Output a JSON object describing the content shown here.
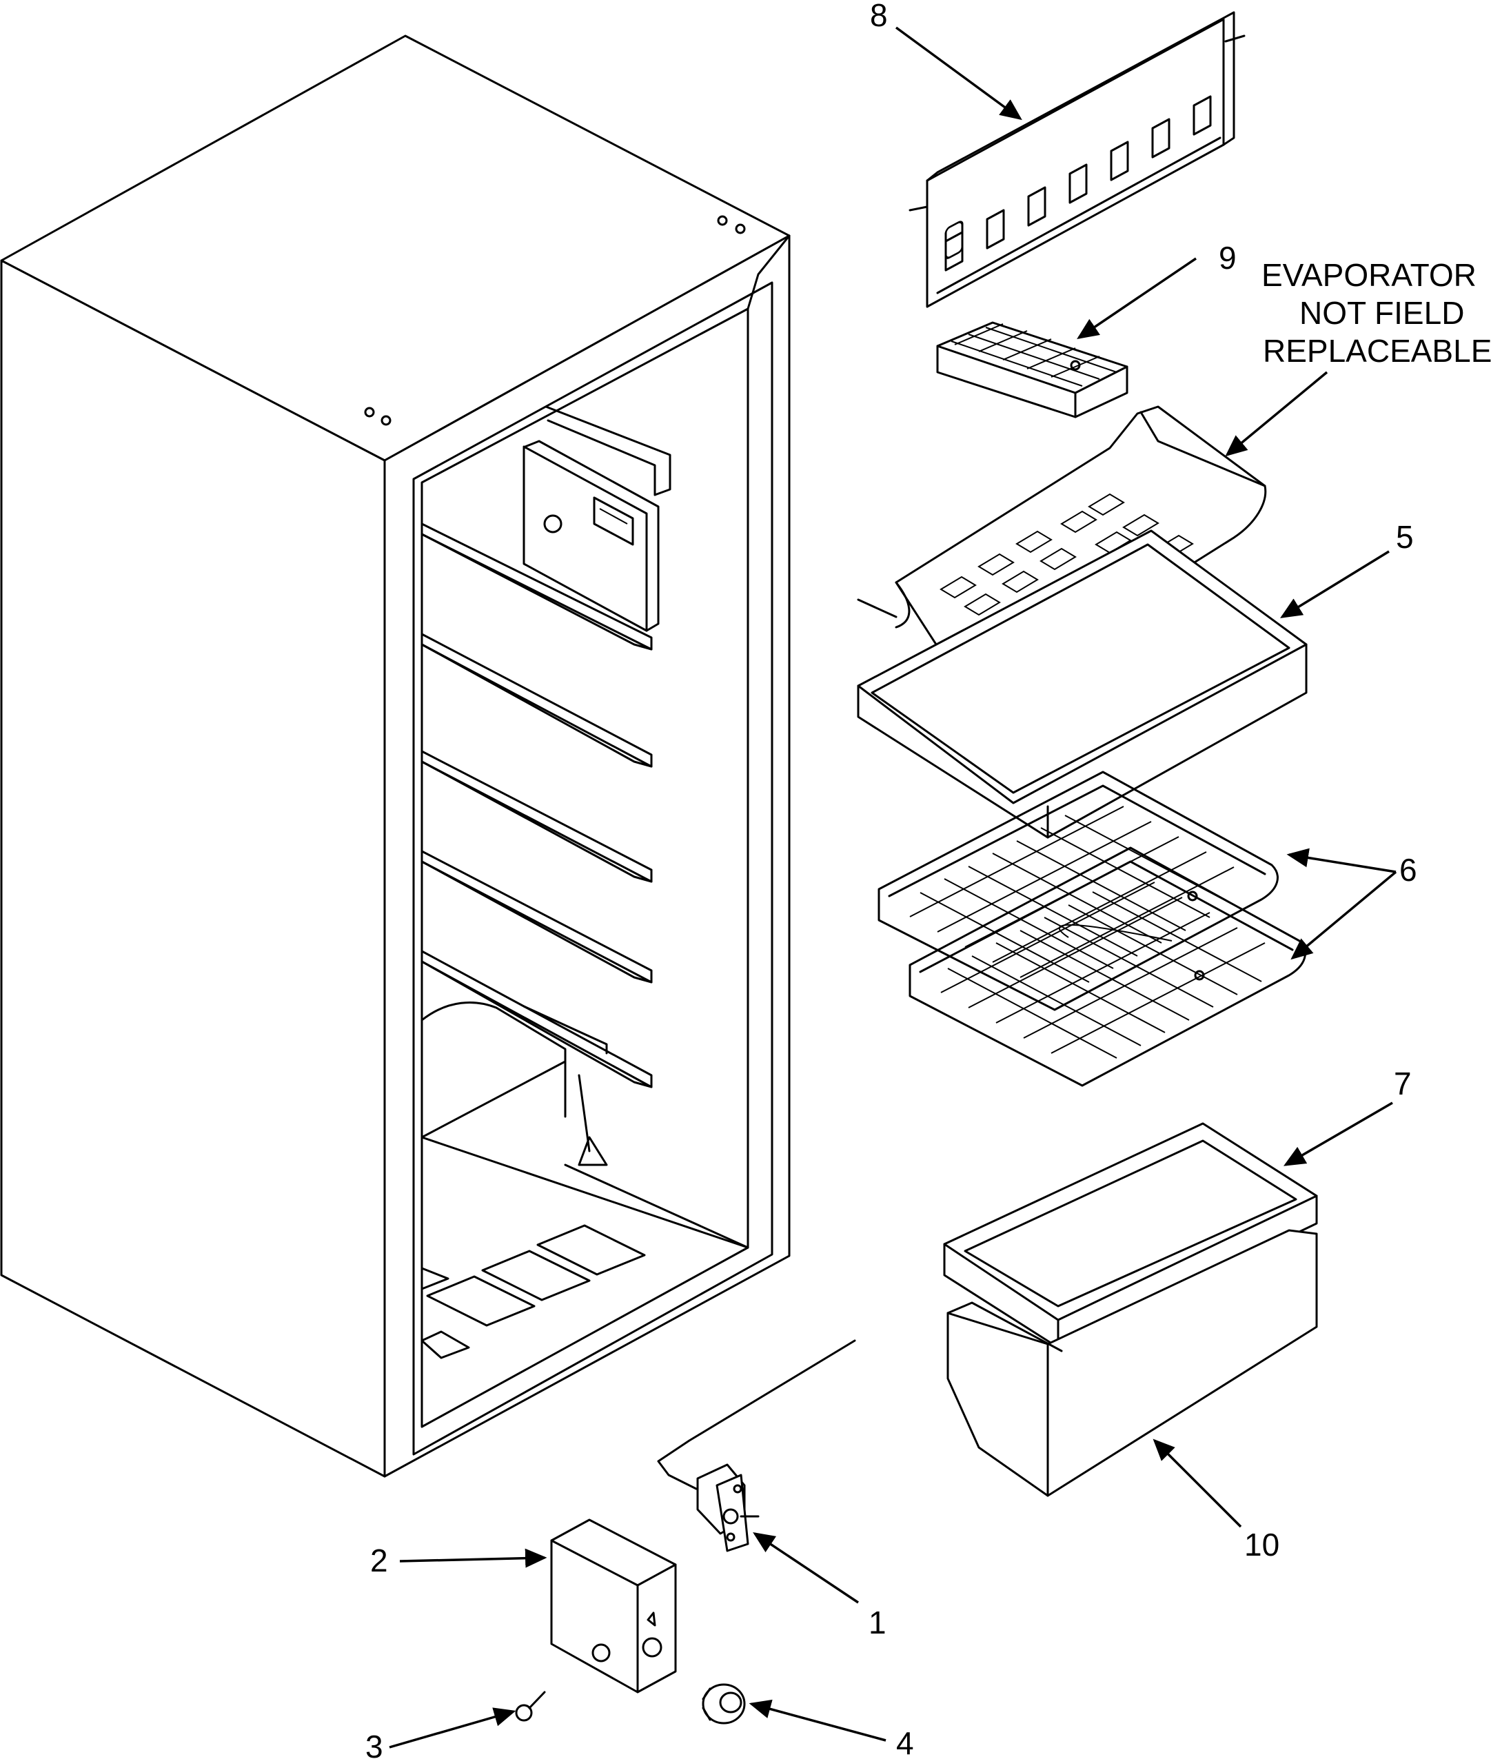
{
  "diagram": {
    "callouts": [
      {
        "id": "1",
        "label": "1"
      },
      {
        "id": "2",
        "label": "2"
      },
      {
        "id": "3",
        "label": "3"
      },
      {
        "id": "4",
        "label": "4"
      },
      {
        "id": "5",
        "label": "5"
      },
      {
        "id": "6",
        "label": "6"
      },
      {
        "id": "7",
        "label": "7"
      },
      {
        "id": "8",
        "label": "8"
      },
      {
        "id": "9",
        "label": "9"
      },
      {
        "id": "10",
        "label": "10"
      }
    ],
    "note": {
      "line1": "EVAPORATOR",
      "line2": "NOT FIELD",
      "line3": "REPLACEABLE"
    }
  }
}
